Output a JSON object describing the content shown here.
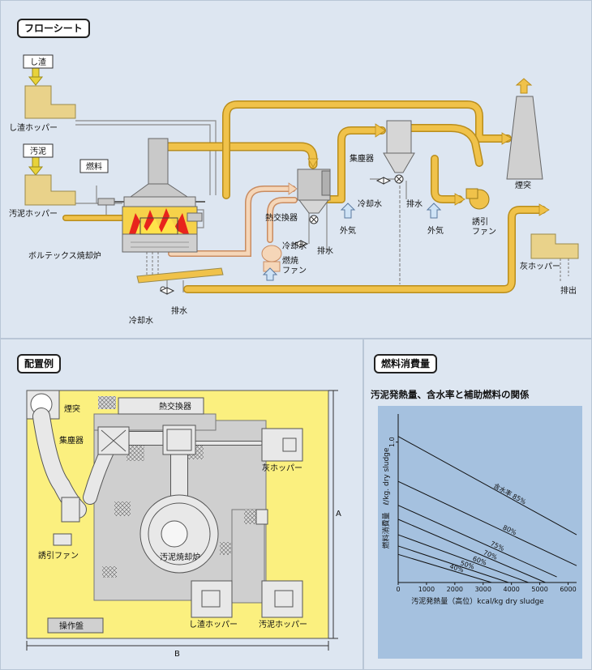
{
  "flow": {
    "tag": "フローシート",
    "labels": {
      "shisa_in": "し渣",
      "shisa_hopper": "し渣ホッパー",
      "odei_in": "汚泥",
      "odei_hopper": "汚泥ホッパー",
      "fuel": "燃料",
      "furnace": "ボルテックス焼却炉",
      "heat_exchanger": "熱交換器",
      "cooling_water_hx": "冷却水",
      "drain_hx": "排水",
      "combustion_fan": "燃焼\nファン",
      "outside_air_1": "外気",
      "dust_collector": "集塵器",
      "cooling_water_dc": "冷却水",
      "drain_dc": "排水",
      "outside_air_2": "外気",
      "induced_fan": "誘引\nファン",
      "chimney": "煙突",
      "ash_hopper": "灰ホッパー",
      "discharge": "排出",
      "cooling_water_bottom": "冷却水",
      "drain_bottom": "排水"
    }
  },
  "layout": {
    "tag": "配置例",
    "labels": {
      "chimney": "煙突",
      "heat_exchanger": "熱交換器",
      "dust_collector": "集塵器",
      "ash_hopper": "灰ホッパー",
      "induced_fan": "誘引ファン",
      "furnace": "汚泥焼却炉",
      "control_panel": "操作盤",
      "shisa_hopper": "し渣ホッパー",
      "odei_hopper": "汚泥ホッパー",
      "dim_a": "A",
      "dim_b": "B"
    }
  },
  "fuel": {
    "tag": "燃料消費量",
    "title": "汚泥発熱量、含水率と補助燃料の関係",
    "chart_data": {
      "type": "line",
      "xlabel": "汚泥発熱量（高位）kcal/kg dry sludge",
      "ylabel": "燃料消費量　ℓ/kg. dry sludge",
      "xlim": [
        0,
        6300
      ],
      "ylim": [
        0,
        1.2
      ],
      "x_ticks": [
        "0",
        "1000",
        "2000",
        "3000",
        "4000",
        "5000",
        "6000"
      ],
      "y_tick_labels": [
        "1.0"
      ],
      "series_label_prefix": "含水率",
      "series": [
        {
          "label": "85%",
          "x": [
            0,
            6300
          ],
          "y": [
            1.04,
            0.34
          ]
        },
        {
          "label": "80%",
          "x": [
            0,
            6300
          ],
          "y": [
            0.72,
            0.12
          ]
        },
        {
          "label": "75%",
          "x": [
            0,
            5600
          ],
          "y": [
            0.55,
            0.04
          ]
        },
        {
          "label": "70%",
          "x": [
            0,
            5200
          ],
          "y": [
            0.45,
            0.0
          ]
        },
        {
          "label": "60%",
          "x": [
            0,
            4600
          ],
          "y": [
            0.34,
            0.0
          ]
        },
        {
          "label": "50%",
          "x": [
            0,
            3900
          ],
          "y": [
            0.26,
            0.0
          ]
        },
        {
          "label": "40%",
          "x": [
            0,
            3300
          ],
          "y": [
            0.2,
            0.0
          ]
        }
      ]
    }
  },
  "colors": {
    "panel_bg": "#dde6f1",
    "pipe_yellow": "#f0c24a",
    "pipe_edge": "#b98d1c",
    "equipment": "#e9d28a",
    "flame_red": "#e8241c",
    "flame_yellow": "#ffe24a",
    "layout_yellow": "#fbf07f",
    "floor_gray": "#cfcfcf"
  }
}
